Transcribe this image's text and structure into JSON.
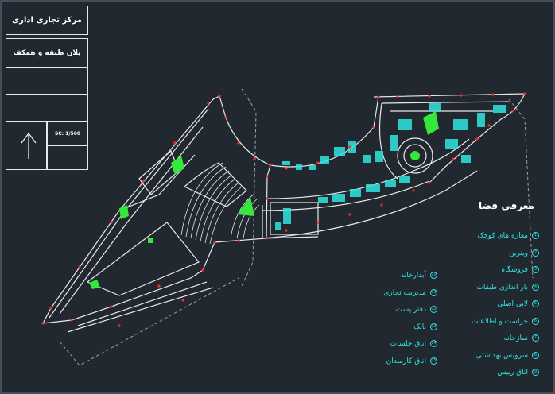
{
  "title_block": {
    "project_title": "مرکز تجاری اداری",
    "sheet_title": "پلان طبقه و همکف",
    "scale_label": "SC: 1/500"
  },
  "legend": {
    "heading": "معرفی فضا",
    "right_column": [
      {
        "num": "1",
        "label": "مغازه های کوچک"
      },
      {
        "num": "2",
        "label": "ویترین"
      },
      {
        "num": "3",
        "label": "فروشگاه"
      },
      {
        "num": "4",
        "label": "بار اندازی طبقات"
      },
      {
        "num": "5",
        "label": "لابی اصلی"
      },
      {
        "num": "6",
        "label": "حراست و اطلاعات"
      },
      {
        "num": "7",
        "label": "نمازخانه"
      },
      {
        "num": "8",
        "label": "سرویس بهداشتی"
      },
      {
        "num": "9",
        "label": "اتاق رییس"
      }
    ],
    "left_column": [
      {
        "num": "10",
        "label": "آبدارخانه"
      },
      {
        "num": "11",
        "label": "مدیریت تجاری"
      },
      {
        "num": "12",
        "label": "دفتر پست"
      },
      {
        "num": "13",
        "label": "بانک"
      },
      {
        "num": "14",
        "label": "اتاق جلسات"
      },
      {
        "num": "15",
        "label": "اتاق کارمندان"
      }
    ]
  },
  "colors": {
    "background": "#212830",
    "wall": "#e8e8e8",
    "furniture": "#2ee6e0",
    "greenery": "#35e83b",
    "dim_point": "#ff2a2a"
  }
}
